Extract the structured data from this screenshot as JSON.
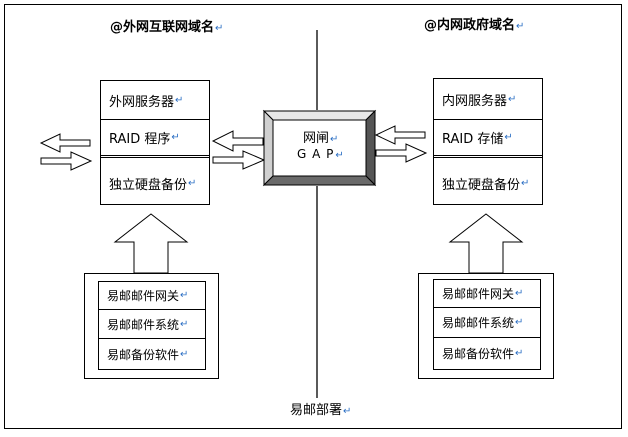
{
  "left": {
    "title": "@外网互联网域名",
    "server_rows": [
      "外网服务器",
      "RAID 程序",
      "独立硬盘备份"
    ],
    "mail_rows": [
      "易邮邮件网关",
      "易邮邮件系统",
      "易邮备份软件"
    ]
  },
  "right": {
    "title": "@内网政府域名",
    "server_rows": [
      "内网服务器",
      "RAID 存储",
      "独立硬盘备份"
    ],
    "mail_rows": [
      "易邮邮件网关",
      "易邮邮件系统",
      "易邮备份软件"
    ]
  },
  "gap": {
    "line1": "网闸",
    "line2": "G A P"
  },
  "footer": "易邮部署",
  "para_mark": "↵"
}
